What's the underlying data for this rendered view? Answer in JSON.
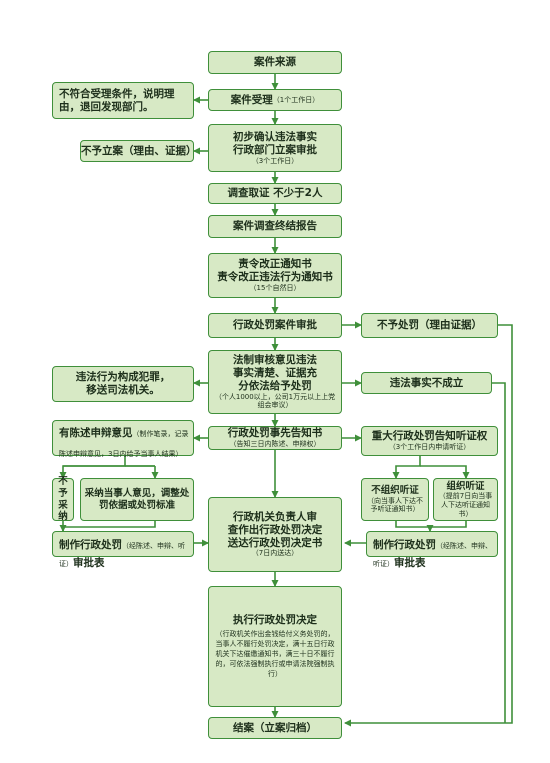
{
  "colors": {
    "box_fill": "#d7e9c5",
    "box_border": "#3f8f3a",
    "arrow": "#3f8f3a",
    "text": "#1d2f1b"
  },
  "nodes": {
    "source": "案件来源",
    "reject_note": "不符合受理条件，说明理由，退回发现部门。",
    "accept": "案件受理",
    "accept_time": "（1个工作日）",
    "no_case": "不予立案（理由、证据）",
    "confirm_l1": "初步确认违法事实",
    "confirm_l2": "行政部门立案审批",
    "confirm_time": "（3个工作日）",
    "investigate": "调查取证  不少于2人",
    "report": "案件调查终结报告",
    "order_l1": "责令改正通知书",
    "order_l2": "责令改正违法行为通知书",
    "order_time": "（15个自然日）",
    "review": "行政处罚案件审批",
    "no_penalty": "不予处罚（理由证据）",
    "legal_l1": "法制审核意见违法",
    "legal_l2": "事实清楚、证据充",
    "legal_l3": "分依法给予处罚",
    "legal_note": "（个人1000以上，公司1万元以上上党组会审议）",
    "crime_l1": "违法行为构成犯罪，",
    "crime_l2": "移送司法机关。",
    "not_established": "违法事实不成立",
    "prior_notice_l1": "行政处罚事先告知书",
    "prior_notice_l2": "（告知三日内陈述、申辩权）",
    "defense_title": "有陈述申辩意见",
    "defense_note": "（制作笔录，记录陈述申辩意见，3日内给予当事人结果）",
    "not_adopt": "不予采纳",
    "adopt": "采纳当事人意见，调整处罚依据或处罚标准",
    "form_left_title": "制作行政处罚",
    "form_left_note": "（经陈述、申辩、听证）",
    "form_left_suffix": "审批表",
    "hearing_notice": "重大行政处罚告知听证权",
    "hearing_notice_note": "（3个工作日内申请听证）",
    "no_hearing": "不组织听证",
    "no_hearing_note": "（向当事人下达不予听证通知书）",
    "hold_hearing": "组织听证",
    "hold_hearing_note": "（提前7日向当事人下达听证通知书）",
    "form_right_title": "制作行政处罚",
    "form_right_note": "（经陈述、申辩、听证）",
    "form_right_suffix": "审批表",
    "decision_l1": "行政机关负责人审",
    "decision_l2": "查作出行政处罚决定",
    "decision_l3": "送达行政处罚决定书",
    "decision_time": "（7日内送达）",
    "execute": "执行行政处罚决定",
    "execute_note": "（行政机关作出金钱给付义务处罚的，当事人不履行处罚决定，满十五日行政机关下达催缴通知书，满三十日不履行的，可依法强制执行或申请法院强制执行）",
    "close": "结案（立案归档）"
  }
}
